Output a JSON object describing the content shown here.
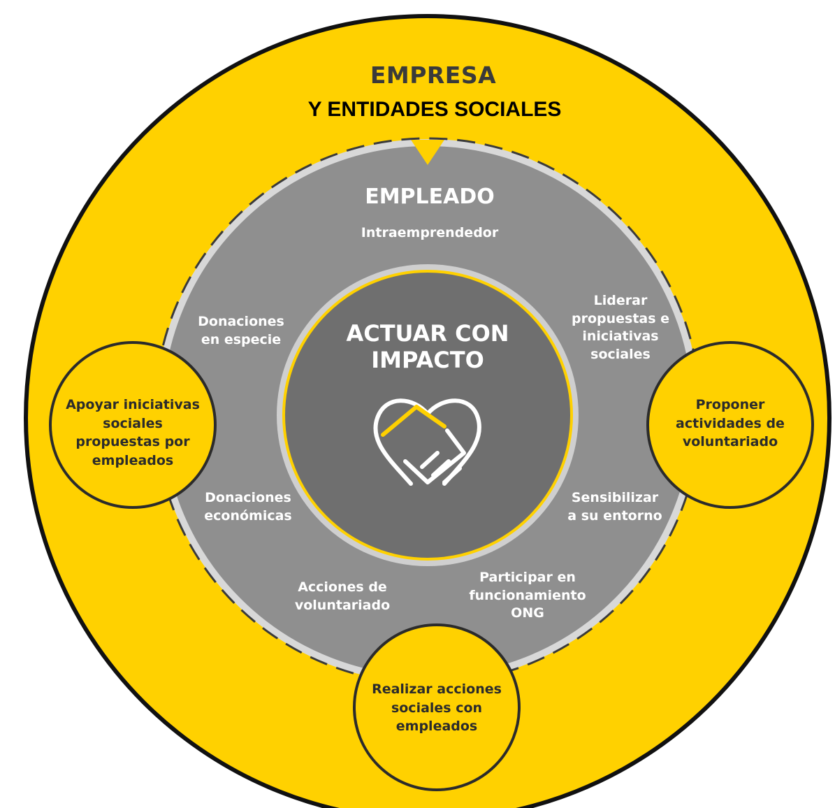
{
  "outer": {
    "title": "EMPRESA",
    "subtitle": "Y ENTIDADES SOCIALES",
    "color": "#ffd100"
  },
  "employee": {
    "title": "EMPLEADO",
    "subtitle": "Intraemprendedor",
    "color": "#8f8f8f"
  },
  "center": {
    "title_line1": "ACTUAR CON",
    "title_line2": "IMPACTO",
    "icon": "handshake-heart-icon",
    "color": "#6f6f6f"
  },
  "ring_items": {
    "liderar": [
      "Liderar",
      "propuestas e",
      "iniciativas",
      "sociales"
    ],
    "donaciones_especie": [
      "Donaciones",
      "en especie"
    ],
    "donaciones_economicas": [
      "Donaciones",
      "económicas"
    ],
    "sensibilizar": [
      "Sensibilizar",
      "a su entorno"
    ],
    "acciones_voluntariado": [
      "Acciones de",
      "voluntariado"
    ],
    "participar": [
      "Participar en",
      "funcionamiento",
      "ONG"
    ]
  },
  "nodes": {
    "left": [
      "Apoyar iniciativas",
      "sociales",
      "propuestas por",
      "empleados"
    ],
    "right": [
      "Proponer",
      "actividades de",
      "voluntariado"
    ],
    "bottom": [
      "Realizar acciones",
      "sociales con",
      "empleados"
    ]
  }
}
